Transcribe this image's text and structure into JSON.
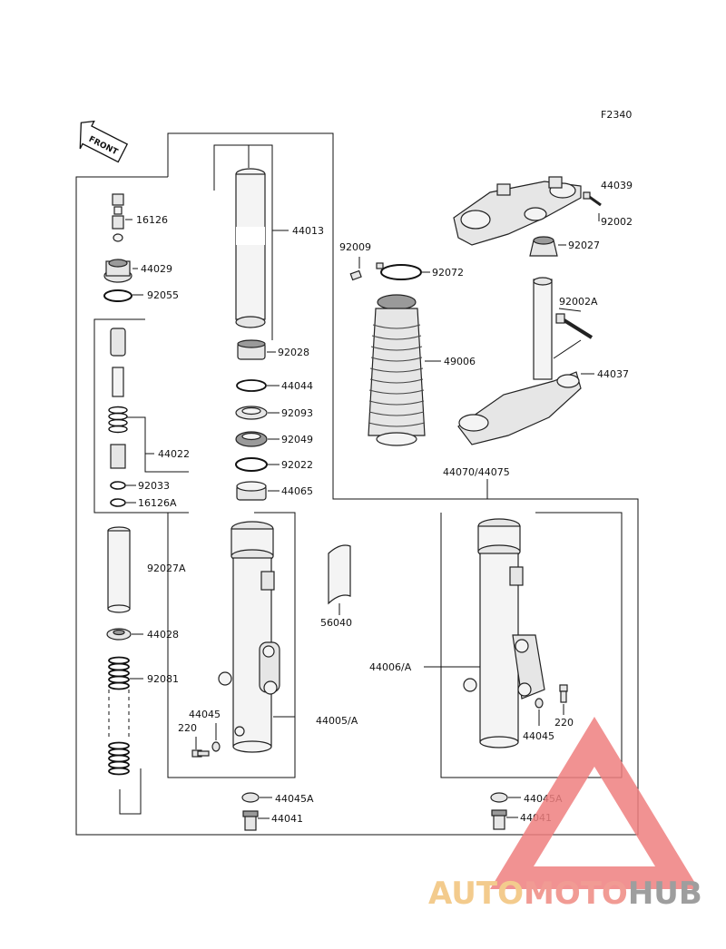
{
  "diagram": {
    "code": "F2340",
    "front_label": "FRONT",
    "labels": {
      "p16126": "16126",
      "p44029": "44029",
      "p92055": "92055",
      "p44022": "44022",
      "p92033": "92033",
      "p16126A": "16126A",
      "p92027A": "92027A",
      "p44028": "44028",
      "p92081": "92081",
      "p44013": "44013",
      "p92028": "92028",
      "p44044": "44044",
      "p92093": "92093",
      "p92049": "92049",
      "p92022": "92022",
      "p44065": "44065",
      "p44045a": "44045",
      "p220a": "220",
      "p44005A": "44005/A",
      "p44045A_1": "44045A",
      "p44041_1": "44041",
      "p92009": "92009",
      "p92072": "92072",
      "p49006": "49006",
      "p56040": "56040",
      "p44039": "44039",
      "p92002": "92002",
      "p92027": "92027",
      "p92002A": "92002A",
      "p44037": "44037",
      "p44070": "44070/44075",
      "p44006A": "44006/A",
      "p44045b": "44045",
      "p220b": "220",
      "p44045A_2": "44045A",
      "p44041_2": "44041"
    }
  },
  "watermark": {
    "part1": "AUTO",
    "part2": "MOTO",
    "part3": "HUB",
    "color_auto": "#f2c27a",
    "color_moto": "#ef8a82",
    "color_hub": "#8e8e8e",
    "triangle_color": "#ef7f7f"
  }
}
